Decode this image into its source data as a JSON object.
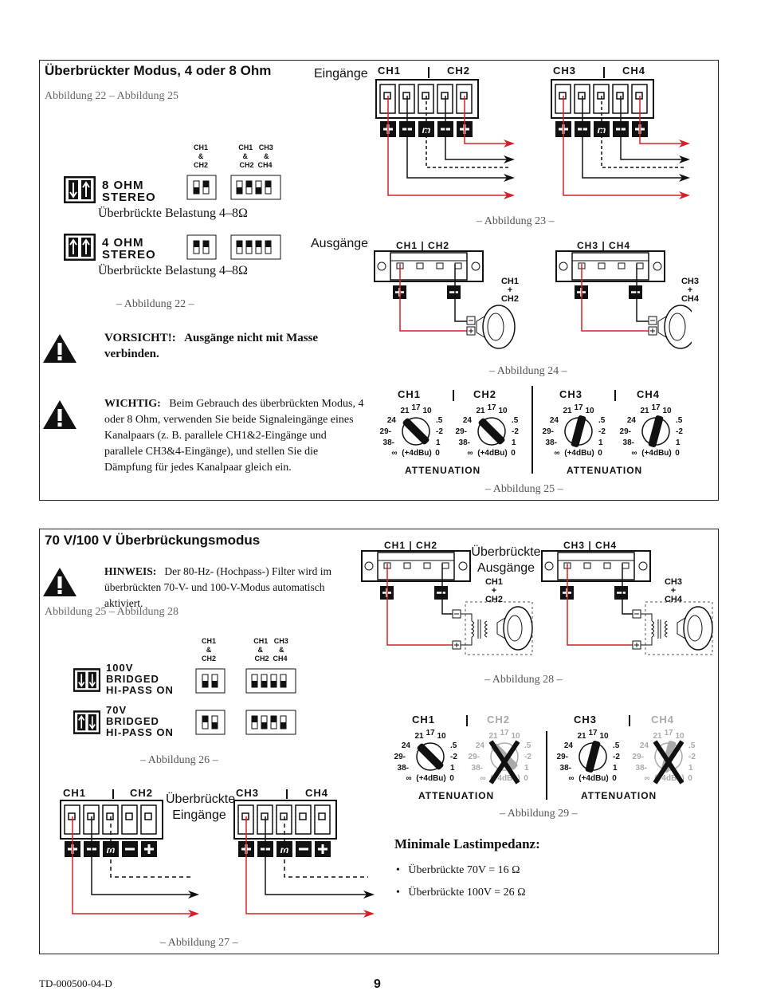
{
  "panel1": {
    "title": "Überbrückter Modus, 4 oder 8 Ohm",
    "fig_range": "Abbildung 22 – Abbildung 25",
    "inputs_label": "Eingänge",
    "outputs_label": "Ausgänge",
    "dip": {
      "col1": "CH1\n&\nCH2",
      "col2": "CH1   CH3\n&        &\nCH2  CH4",
      "row1_label": "8 OHM\nSTEREO",
      "row1_sub": "Überbrückte Belastung 4–8Ω",
      "row2_label": "4 OHM\nSTEREO",
      "row2_sub": "Überbrückte Belastung 4–8Ω"
    },
    "fig22": "– Abbildung 22 –",
    "fig23": "– Abbildung 23 –",
    "fig24": "– Abbildung 24 –",
    "fig25": "– Abbildung 25 –",
    "caution_label": "VORSICHT!:",
    "caution_text": "Ausgänge nicht mit Masse verbinden.",
    "important_label": "WICHTIG:",
    "important_text": "Beim Gebrauch des überbrückten Modus, 4 oder 8 Ohm, verwenden Sie beide Signaleingänge eines Kanalpaars (z. B. parallele CH1&2-Eingänge und parallele CH3&4-Eingänge), und stellen Sie die Dämpfung für jedes Kanalpaar gleich ein.",
    "ch1": "CH1",
    "ch2": "CH2",
    "ch3": "CH3",
    "ch4": "CH4",
    "ch12": "CH1 | CH2",
    "ch34": "CH3 | CH4",
    "spk1": "CH1\n+\nCH2",
    "spk2": "CH3\n+\nCH4",
    "attenuation": "ATTENUATION"
  },
  "panel2": {
    "title": "70 V/100 V Überbrückungsmodus",
    "note_label": "HINWEIS:",
    "note_text": "Der 80-Hz- (Hochpass-) Filter wird im überbrückten 70-V- und 100-V-Modus automatisch aktiviert.",
    "fig_range": "Abbildung 25 – Abbildung 28",
    "dip": {
      "col1": "CH1\n&\nCH2",
      "col2": "CH1   CH3\n&        &\nCH2  CH4",
      "row1_label": "100V\nBRIDGED\nHI-PASS ON",
      "row2_label": "70V\nBRIDGED\nHI-PASS ON"
    },
    "fig26": "– Abbildung 26 –",
    "fig27": "– Abbildung 27 –",
    "fig28": "– Abbildung 28 –",
    "fig29": "– Abbildung 29 –",
    "bridged_outputs": "Überbrückte\nAusgänge",
    "bridged_inputs": "Überbrückte\nEingänge",
    "min_imp_title": "Minimale Lastimpedanz:",
    "bullets": [
      "Überbrückte 70V = 16 Ω",
      "Überbrückte 100V = 26 Ω"
    ]
  },
  "footer": {
    "doc_id": "TD-000500-04-D",
    "page": "9"
  },
  "knob_labels": {
    "top": [
      "21",
      "17",
      "10"
    ],
    "left": [
      "24",
      "29",
      "38"
    ],
    "right": [
      ".5",
      "-2",
      "1"
    ],
    "bottom_left": "∞",
    "bottom_mid": "(+4dBu)",
    "bottom_right": "0"
  },
  "colors": {
    "wire_red": "#d4202a",
    "wire_black": "#111111"
  }
}
